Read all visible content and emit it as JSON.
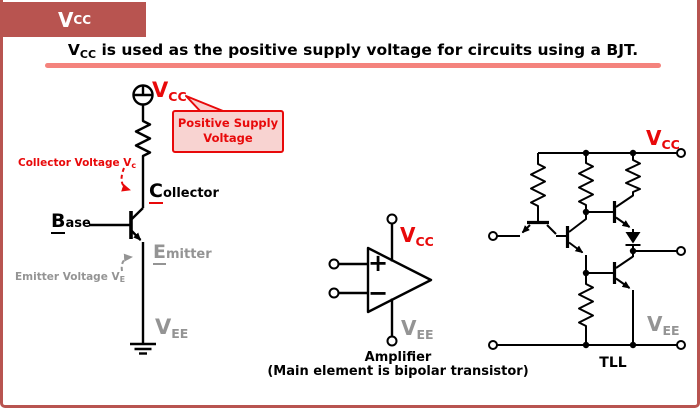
{
  "header": {
    "tab": {
      "main": "V",
      "sub": "CC"
    }
  },
  "subtitle": {
    "v_main": "V",
    "v_sub": "CC",
    "rest": " is used as the positive supply voltage for circuits using a BJT."
  },
  "bjt": {
    "vcc": {
      "main": "V",
      "sub": "CC"
    },
    "vee": {
      "main": "V",
      "sub": "EE"
    },
    "collector": {
      "big": "C",
      "rest": "ollector"
    },
    "base": {
      "big": "B",
      "rest": "ase"
    },
    "emitter": {
      "big": "E",
      "rest": "mitter"
    },
    "collector_voltage": {
      "label": "Collector Voltage V",
      "sub": "c"
    },
    "emitter_voltage": {
      "label": "Emitter Voltage V",
      "sub": "E"
    },
    "callout": {
      "line1": "Positive Supply",
      "line2": "Voltage"
    }
  },
  "amplifier": {
    "vcc": {
      "main": "V",
      "sub": "CC"
    },
    "vee": {
      "main": "V",
      "sub": "EE"
    },
    "plus": "+",
    "minus": "−",
    "caption1": "Amplifier",
    "caption2": "(Main element is bipolar transistor)"
  },
  "ttl": {
    "vcc": {
      "main": "V",
      "sub": "CC"
    },
    "vee": {
      "main": "V",
      "sub": "EE"
    },
    "caption": "TLL"
  },
  "colors": {
    "brick": "#b85450",
    "red": "#e8090a",
    "salmon": "#f4837d",
    "gray": "#949494",
    "callout_fill": "#f8d3d1"
  }
}
